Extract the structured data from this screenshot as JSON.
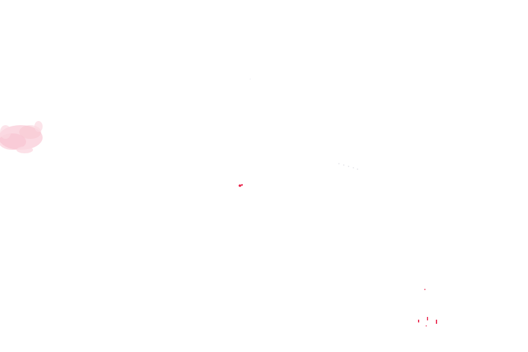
{
  "canvas": {
    "background": "#ffffff"
  },
  "colors": {
    "smudge": "#f7b7c6",
    "smudge_light": "#fbd3dd",
    "speck": "#e8163f",
    "faint": "#d9d9e0"
  },
  "marks": {
    "smudge": "pink-smudge",
    "specks": "red-specks",
    "faint_line": "faint-dotted-trace"
  }
}
